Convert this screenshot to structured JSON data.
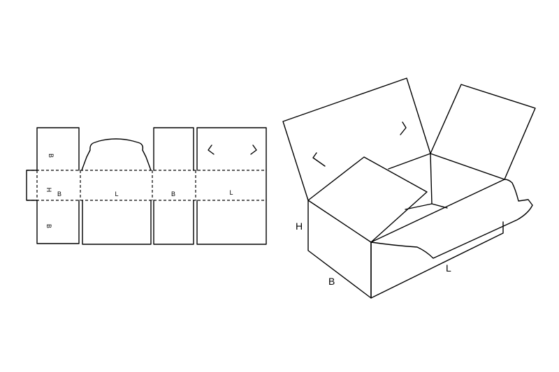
{
  "flat_layout": {
    "labels": {
      "b_top": "B",
      "h_side": "H",
      "b_panel_1": "B",
      "l_panel_1": "L",
      "b_panel_2": "B",
      "l_panel_2": "L",
      "b_bottom": "B"
    }
  },
  "box_3d": {
    "labels": {
      "height": "H",
      "width": "B",
      "length": "L"
    }
  },
  "colors": {
    "line": "#000000",
    "background": "#ffffff"
  }
}
